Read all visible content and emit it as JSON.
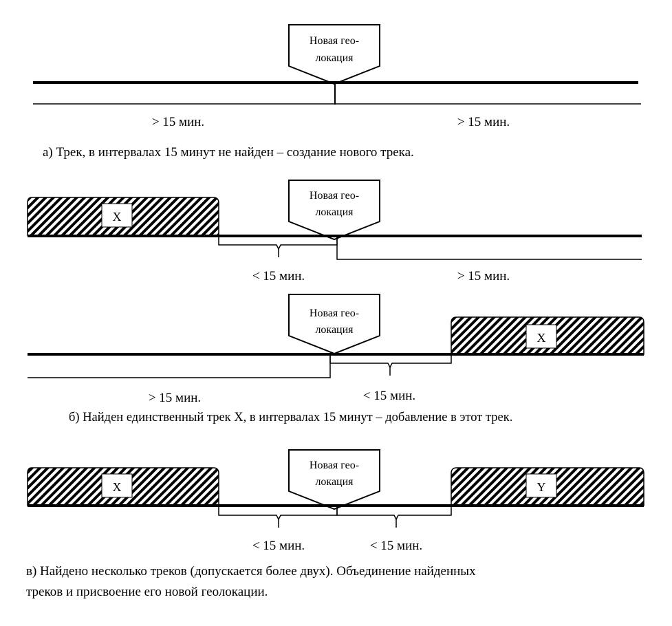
{
  "callout": {
    "line1": "Новая гео-",
    "line2": "локация"
  },
  "labels": {
    "gt15": "> 15 мин.",
    "lt15": "< 15 мин."
  },
  "tracks": {
    "x": "X",
    "y": "Y"
  },
  "captions": {
    "a": "а) Трек, в интервалах 15 минут не найден – создание нового трека.",
    "b": "б) Найден единственный трек X, в интервалах 15 минут – добавление в этот трек.",
    "c_line1": "в) Найдено несколько треков (допускается более двух). Объединение найденных",
    "c_line2": "треков и присвоение его новой геолокации."
  }
}
